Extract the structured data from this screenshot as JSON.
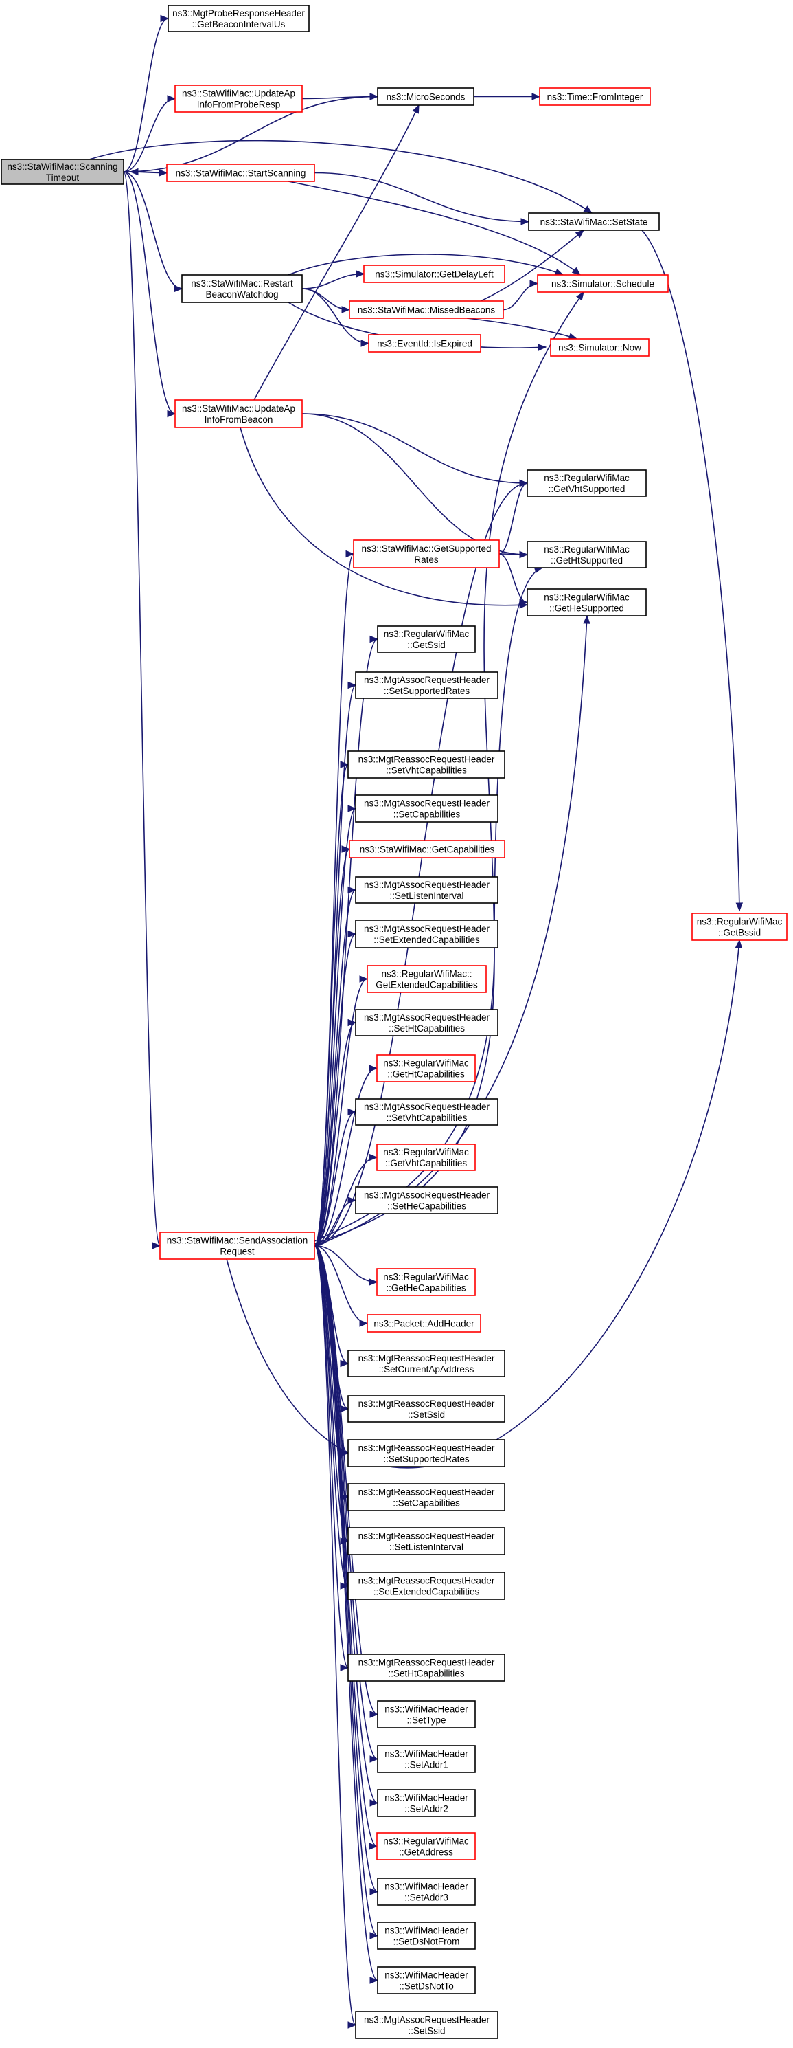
{
  "colors": {
    "edge": "#191970",
    "red_border": "#ff0000",
    "black_border": "#000000",
    "root_fill": "#bfbfbf"
  },
  "nodes": [
    {
      "id": "scanning_timeout",
      "lines": [
        "ns3::StaWifiMac::Scanning",
        "Timeout"
      ],
      "border": "black",
      "root": true
    },
    {
      "id": "get_beacon_interval",
      "lines": [
        "ns3::MgtProbeResponseHeader",
        "::GetBeaconIntervalUs"
      ],
      "border": "black"
    },
    {
      "id": "update_ap_probe",
      "lines": [
        "ns3::StaWifiMac::UpdateAp",
        "InfoFromProbeResp"
      ],
      "border": "red"
    },
    {
      "id": "microseconds",
      "lines": [
        "ns3::MicroSeconds"
      ],
      "border": "black"
    },
    {
      "id": "from_integer",
      "lines": [
        "ns3::Time::FromInteger"
      ],
      "border": "red"
    },
    {
      "id": "start_scanning",
      "lines": [
        "ns3::StaWifiMac::StartScanning"
      ],
      "border": "red"
    },
    {
      "id": "set_state",
      "lines": [
        "ns3::StaWifiMac::SetState"
      ],
      "border": "black"
    },
    {
      "id": "restart_watchdog",
      "lines": [
        "ns3::StaWifiMac::Restart",
        "BeaconWatchdog"
      ],
      "border": "black"
    },
    {
      "id": "get_delay_left",
      "lines": [
        "ns3::Simulator::GetDelayLeft"
      ],
      "border": "red"
    },
    {
      "id": "schedule",
      "lines": [
        "ns3::Simulator::Schedule"
      ],
      "border": "red"
    },
    {
      "id": "missed_beacons",
      "lines": [
        "ns3::StaWifiMac::MissedBeacons"
      ],
      "border": "red"
    },
    {
      "id": "is_expired",
      "lines": [
        "ns3::EventId::IsExpired"
      ],
      "border": "red"
    },
    {
      "id": "now",
      "lines": [
        "ns3::Simulator::Now"
      ],
      "border": "red"
    },
    {
      "id": "update_ap_beacon",
      "lines": [
        "ns3::StaWifiMac::UpdateAp",
        "InfoFromBeacon"
      ],
      "border": "red"
    },
    {
      "id": "get_vht_supported",
      "lines": [
        "ns3::RegularWifiMac",
        "::GetVhtSupported"
      ],
      "border": "black"
    },
    {
      "id": "get_supported_rates",
      "lines": [
        "ns3::StaWifiMac::GetSupported",
        "Rates"
      ],
      "border": "red"
    },
    {
      "id": "get_ht_supported",
      "lines": [
        "ns3::RegularWifiMac",
        "::GetHtSupported"
      ],
      "border": "black"
    },
    {
      "id": "get_he_supported",
      "lines": [
        "ns3::RegularWifiMac",
        "::GetHeSupported"
      ],
      "border": "black"
    },
    {
      "id": "get_ssid",
      "lines": [
        "ns3::RegularWifiMac",
        "::GetSsid"
      ],
      "border": "black"
    },
    {
      "id": "assoc_set_supported_rates",
      "lines": [
        "ns3::MgtAssocRequestHeader",
        "::SetSupportedRates"
      ],
      "border": "black"
    },
    {
      "id": "reassoc_set_vht_cap",
      "lines": [
        "ns3::MgtReassocRequestHeader",
        "::SetVhtCapabilities"
      ],
      "border": "black"
    },
    {
      "id": "assoc_set_capabilities",
      "lines": [
        "ns3::MgtAssocRequestHeader",
        "::SetCapabilities"
      ],
      "border": "black"
    },
    {
      "id": "get_capabilities",
      "lines": [
        "ns3::StaWifiMac::GetCapabilities"
      ],
      "border": "red"
    },
    {
      "id": "assoc_set_listen",
      "lines": [
        "ns3::MgtAssocRequestHeader",
        "::SetListenInterval"
      ],
      "border": "black"
    },
    {
      "id": "assoc_set_ext_cap",
      "lines": [
        "ns3::MgtAssocRequestHeader",
        "::SetExtendedCapabilities"
      ],
      "border": "black"
    },
    {
      "id": "get_ext_cap",
      "lines": [
        "ns3::RegularWifiMac::",
        "GetExtendedCapabilities"
      ],
      "border": "red"
    },
    {
      "id": "assoc_set_ht_cap",
      "lines": [
        "ns3::MgtAssocRequestHeader",
        "::SetHtCapabilities"
      ],
      "border": "black"
    },
    {
      "id": "get_ht_cap",
      "lines": [
        "ns3::RegularWifiMac",
        "::GetHtCapabilities"
      ],
      "border": "red"
    },
    {
      "id": "assoc_set_vht_cap",
      "lines": [
        "ns3::MgtAssocRequestHeader",
        "::SetVhtCapabilities"
      ],
      "border": "black"
    },
    {
      "id": "get_vht_cap",
      "lines": [
        "ns3::RegularWifiMac",
        "::GetVhtCapabilities"
      ],
      "border": "red"
    },
    {
      "id": "assoc_set_he_cap",
      "lines": [
        "ns3::MgtAssocRequestHeader",
        "::SetHeCapabilities"
      ],
      "border": "black"
    },
    {
      "id": "send_assoc",
      "lines": [
        "ns3::StaWifiMac::SendAssociation",
        "Request"
      ],
      "border": "red"
    },
    {
      "id": "get_he_cap",
      "lines": [
        "ns3::RegularWifiMac",
        "::GetHeCapabilities"
      ],
      "border": "red"
    },
    {
      "id": "add_header",
      "lines": [
        "ns3::Packet::AddHeader"
      ],
      "border": "red"
    },
    {
      "id": "reassoc_set_current_ap",
      "lines": [
        "ns3::MgtReassocRequestHeader",
        "::SetCurrentApAddress"
      ],
      "border": "black"
    },
    {
      "id": "reassoc_set_ssid",
      "lines": [
        "ns3::MgtReassocRequestHeader",
        "::SetSsid"
      ],
      "border": "black"
    },
    {
      "id": "reassoc_set_supported_rates",
      "lines": [
        "ns3::MgtReassocRequestHeader",
        "::SetSupportedRates"
      ],
      "border": "black"
    },
    {
      "id": "reassoc_set_capabilities",
      "lines": [
        "ns3::MgtReassocRequestHeader",
        "::SetCapabilities"
      ],
      "border": "black"
    },
    {
      "id": "reassoc_set_listen",
      "lines": [
        "ns3::MgtReassocRequestHeader",
        "::SetListenInterval"
      ],
      "border": "black"
    },
    {
      "id": "reassoc_set_ext_cap",
      "lines": [
        "ns3::MgtReassocRequestHeader",
        "::SetExtendedCapabilities"
      ],
      "border": "black"
    },
    {
      "id": "get_bssid",
      "lines": [
        "ns3::RegularWifiMac",
        "::GetBssid"
      ],
      "border": "red"
    },
    {
      "id": "reassoc_set_ht_cap",
      "lines": [
        "ns3::MgtReassocRequestHeader",
        "::SetHtCapabilities"
      ],
      "border": "black"
    },
    {
      "id": "set_type",
      "lines": [
        "ns3::WifiMacHeader",
        "::SetType"
      ],
      "border": "black"
    },
    {
      "id": "set_addr1",
      "lines": [
        "ns3::WifiMacHeader",
        "::SetAddr1"
      ],
      "border": "black"
    },
    {
      "id": "set_addr2",
      "lines": [
        "ns3::WifiMacHeader",
        "::SetAddr2"
      ],
      "border": "black"
    },
    {
      "id": "get_address",
      "lines": [
        "ns3::RegularWifiMac",
        "::GetAddress"
      ],
      "border": "red"
    },
    {
      "id": "set_addr3",
      "lines": [
        "ns3::WifiMacHeader",
        "::SetAddr3"
      ],
      "border": "black"
    },
    {
      "id": "set_ds_not_from",
      "lines": [
        "ns3::WifiMacHeader",
        "::SetDsNotFrom"
      ],
      "border": "black"
    },
    {
      "id": "set_ds_not_to",
      "lines": [
        "ns3::WifiMacHeader",
        "::SetDsNotTo"
      ],
      "border": "black"
    },
    {
      "id": "assoc_set_ssid",
      "lines": [
        "ns3::MgtAssocRequestHeader",
        "::SetSsid"
      ],
      "border": "black"
    }
  ],
  "edges": [
    [
      "scanning_timeout",
      "get_beacon_interval"
    ],
    [
      "scanning_timeout",
      "update_ap_probe"
    ],
    [
      "scanning_timeout",
      "microseconds"
    ],
    [
      "scanning_timeout",
      "start_scanning"
    ],
    [
      "scanning_timeout",
      "set_state"
    ],
    [
      "scanning_timeout",
      "restart_watchdog"
    ],
    [
      "scanning_timeout",
      "update_ap_beacon"
    ],
    [
      "scanning_timeout",
      "send_assoc"
    ],
    [
      "update_ap_probe",
      "microseconds"
    ],
    [
      "microseconds",
      "from_integer"
    ],
    [
      "start_scanning",
      "scanning_timeout"
    ],
    [
      "start_scanning",
      "set_state"
    ],
    [
      "start_scanning",
      "schedule"
    ],
    [
      "set_state",
      "get_bssid"
    ],
    [
      "restart_watchdog",
      "get_delay_left"
    ],
    [
      "restart_watchdog",
      "schedule"
    ],
    [
      "restart_watchdog",
      "missed_beacons"
    ],
    [
      "restart_watchdog",
      "is_expired"
    ],
    [
      "restart_watchdog",
      "now"
    ],
    [
      "missed_beacons",
      "set_state"
    ],
    [
      "missed_beacons",
      "schedule"
    ],
    [
      "missed_beacons",
      "now"
    ],
    [
      "update_ap_beacon",
      "microseconds"
    ],
    [
      "update_ap_beacon",
      "get_vht_supported"
    ],
    [
      "update_ap_beacon",
      "get_ht_supported"
    ],
    [
      "update_ap_beacon",
      "get_he_supported"
    ],
    [
      "get_supported_rates",
      "get_vht_supported"
    ],
    [
      "get_supported_rates",
      "get_ht_supported"
    ],
    [
      "get_supported_rates",
      "get_he_supported"
    ],
    [
      "send_assoc",
      "schedule"
    ],
    [
      "send_assoc",
      "get_vht_supported"
    ],
    [
      "send_assoc",
      "get_supported_rates"
    ],
    [
      "send_assoc",
      "get_ht_supported"
    ],
    [
      "send_assoc",
      "get_he_supported"
    ],
    [
      "send_assoc",
      "get_ssid"
    ],
    [
      "send_assoc",
      "assoc_set_supported_rates"
    ],
    [
      "send_assoc",
      "reassoc_set_vht_cap"
    ],
    [
      "send_assoc",
      "assoc_set_capabilities"
    ],
    [
      "send_assoc",
      "get_capabilities"
    ],
    [
      "send_assoc",
      "assoc_set_listen"
    ],
    [
      "send_assoc",
      "assoc_set_ext_cap"
    ],
    [
      "send_assoc",
      "get_ext_cap"
    ],
    [
      "send_assoc",
      "assoc_set_ht_cap"
    ],
    [
      "send_assoc",
      "get_ht_cap"
    ],
    [
      "send_assoc",
      "assoc_set_vht_cap"
    ],
    [
      "send_assoc",
      "get_vht_cap"
    ],
    [
      "send_assoc",
      "assoc_set_he_cap"
    ],
    [
      "send_assoc",
      "get_he_cap"
    ],
    [
      "send_assoc",
      "add_header"
    ],
    [
      "send_assoc",
      "reassoc_set_current_ap"
    ],
    [
      "send_assoc",
      "reassoc_set_ssid"
    ],
    [
      "send_assoc",
      "reassoc_set_supported_rates"
    ],
    [
      "send_assoc",
      "reassoc_set_capabilities"
    ],
    [
      "send_assoc",
      "reassoc_set_listen"
    ],
    [
      "send_assoc",
      "reassoc_set_ext_cap"
    ],
    [
      "send_assoc",
      "get_bssid"
    ],
    [
      "send_assoc",
      "reassoc_set_ht_cap"
    ],
    [
      "send_assoc",
      "set_type"
    ],
    [
      "send_assoc",
      "set_addr1"
    ],
    [
      "send_assoc",
      "set_addr2"
    ],
    [
      "send_assoc",
      "get_address"
    ],
    [
      "send_assoc",
      "set_addr3"
    ],
    [
      "send_assoc",
      "set_ds_not_from"
    ],
    [
      "send_assoc",
      "set_ds_not_to"
    ],
    [
      "send_assoc",
      "assoc_set_ssid"
    ]
  ]
}
